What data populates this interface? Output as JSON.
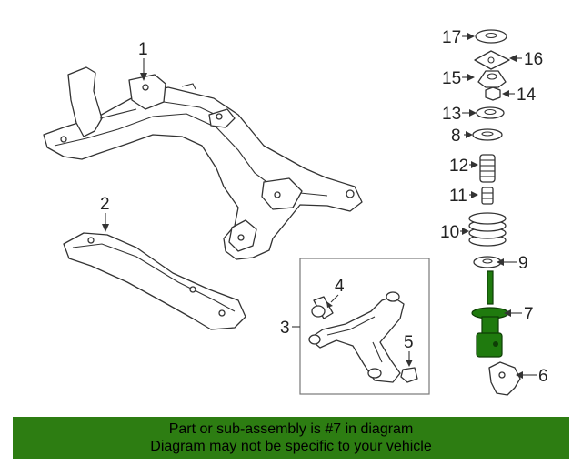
{
  "callouts": [
    "1",
    "2",
    "3",
    "4",
    "5",
    "6",
    "7",
    "8",
    "9",
    "10",
    "11",
    "12",
    "13",
    "14",
    "15",
    "16",
    "17"
  ],
  "banner": {
    "line1": "Part or sub-assembly is #7 in diagram",
    "line2": "Diagram may not be specific to your vehicle"
  },
  "colors": {
    "highlight": "#1f7a0e",
    "banner": "#2d7d12"
  }
}
